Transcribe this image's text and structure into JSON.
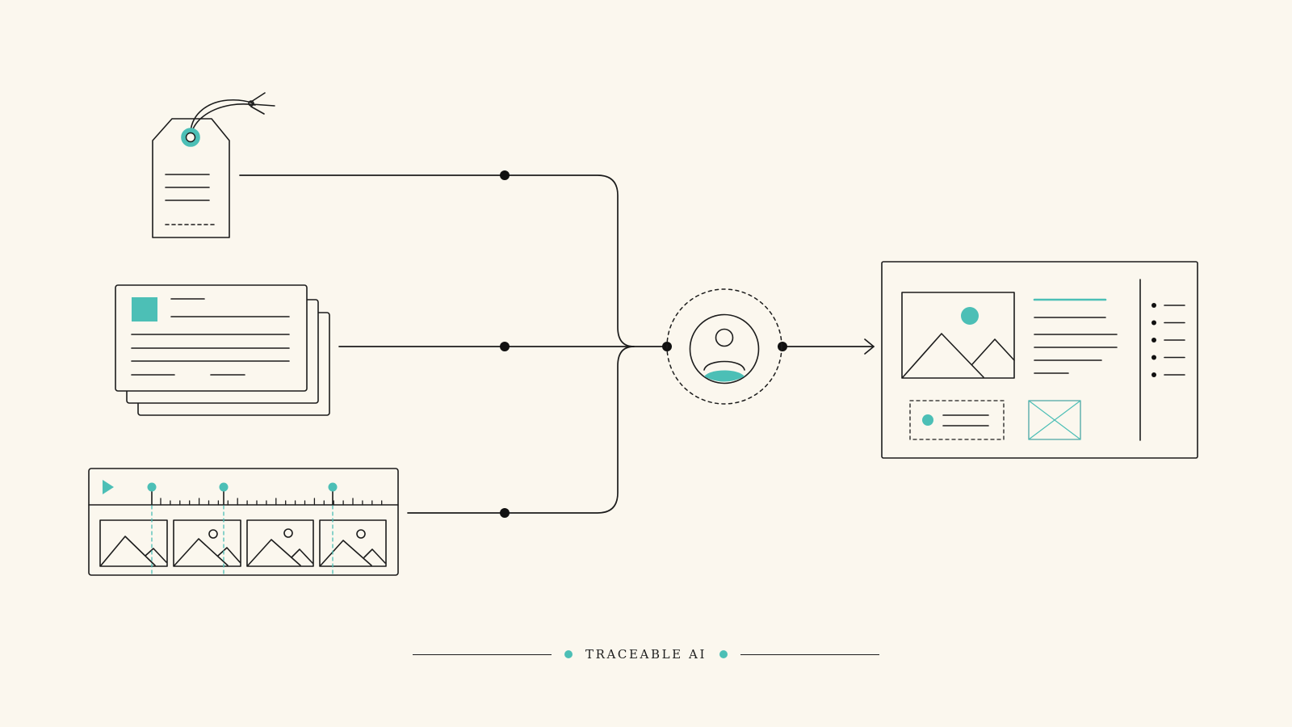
{
  "caption": {
    "text": "TRACEABLE AI"
  },
  "colors": {
    "background": "#fbf7ee",
    "ink": "#1c1c1c",
    "accent": "#4cbfb6"
  },
  "diagram": {
    "sources": [
      {
        "id": "product-tag",
        "icon": "tag-icon"
      },
      {
        "id": "document-stack",
        "icon": "document-stack-icon"
      },
      {
        "id": "video-timeline",
        "icon": "video-timeline-icon"
      }
    ],
    "hub": {
      "icon": "user-avatar-icon"
    },
    "output": {
      "icon": "product-page-mockup-icon"
    },
    "video_timeline_marker_count": 3,
    "output_list_bullet_count": 5
  }
}
